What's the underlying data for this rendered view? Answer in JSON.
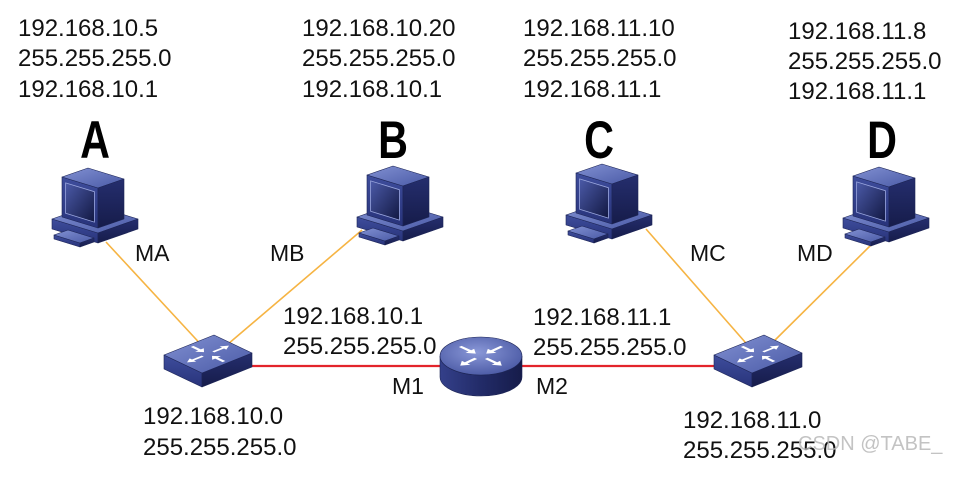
{
  "hosts": [
    {
      "name": "A",
      "ip": "192.168.10.5",
      "mask": "255.255.255.0",
      "gateway": "192.168.10.1",
      "link": "MA"
    },
    {
      "name": "B",
      "ip": "192.168.10.20",
      "mask": "255.255.255.0",
      "gateway": "192.168.10.1",
      "link": "MB"
    },
    {
      "name": "C",
      "ip": "192.168.11.10",
      "mask": "255.255.255.0",
      "gateway": "192.168.11.1",
      "link": "MC"
    },
    {
      "name": "D",
      "ip": "192.168.11.8",
      "mask": "255.255.255.0",
      "gateway": "192.168.11.1",
      "link": "MD"
    }
  ],
  "router": {
    "ports": [
      {
        "name": "M1",
        "ip": "192.168.10.1",
        "mask": "255.255.255.0"
      },
      {
        "name": "M2",
        "ip": "192.168.11.1",
        "mask": "255.255.255.0"
      }
    ]
  },
  "networks": [
    {
      "address": "192.168.10.0",
      "mask": "255.255.255.0"
    },
    {
      "address": "192.168.11.0",
      "mask": "255.255.255.0"
    }
  ],
  "icons": {
    "host": "computer-icon",
    "switch": "switch-icon",
    "router": "router-icon"
  },
  "colors": {
    "host_link": "#f6b443",
    "router_link": "#e3242b"
  },
  "watermark": "CSDN @TABE_"
}
